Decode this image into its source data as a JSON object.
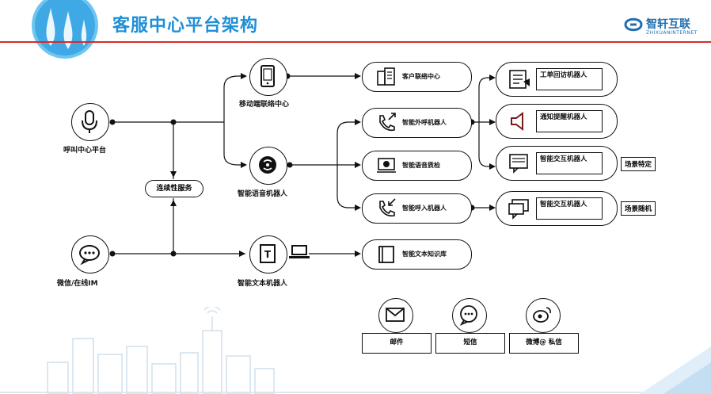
{
  "title": "客服中心平台架构",
  "logo": {
    "name": "智轩互联",
    "sub": "ZHIXUANINTERNET"
  },
  "nodes": {
    "call_center": "呼叫中心平台",
    "wechat_im": "微信/在线IM",
    "continuity": "连续性服务",
    "mobile_contact": "移动端联络中心",
    "voice_robot": "智能语音机器人",
    "text_robot": "智能文本机器人"
  },
  "mid_pills": {
    "customer_contact": "客户联络中心",
    "outbound_robot": "智能外呼机器人",
    "voice_qc": "智能语音质检",
    "inbound_robot": "智能呼入机器人",
    "text_kb": "智能文本知识库"
  },
  "right_pills": {
    "ticket_callback": "工单回访机器人",
    "notify_robot": "通知提醒机器人",
    "interactive_robot_1": "智能交互机器人",
    "interactive_robot_2": "智能交互机器人"
  },
  "side_labels": {
    "specific": "场景特定",
    "random": "场景随机"
  },
  "channels": {
    "email": "邮件",
    "sms": "短信",
    "weibo": "微博@ 私信"
  },
  "colors": {
    "title": "#1f8fd6",
    "rule": "#d72b2b",
    "logo": "#1f6fb0",
    "line": "#111111"
  }
}
